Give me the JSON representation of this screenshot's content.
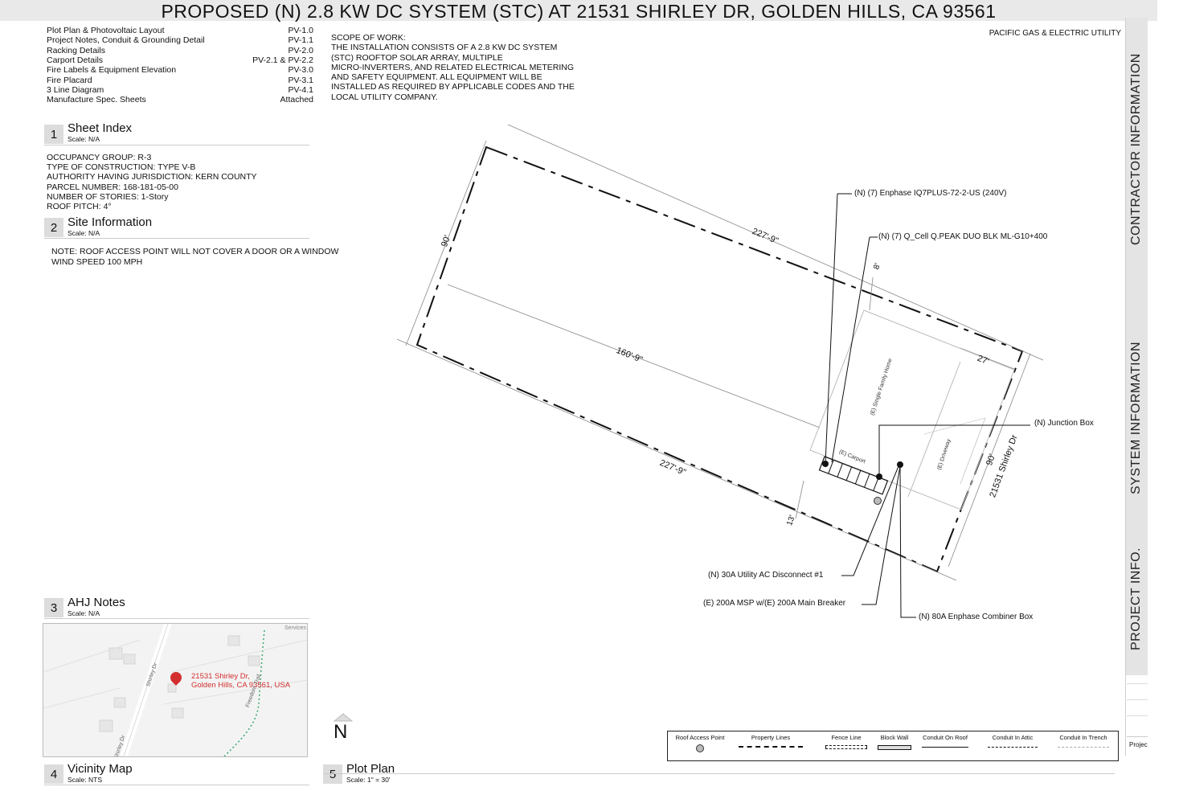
{
  "title": "PROPOSED (N) 2.8 KW DC SYSTEM (STC) AT 21531 SHIRLEY DR, GOLDEN HILLS, CA 93561",
  "sheet_index": [
    {
      "name": "Plot Plan & Photovoltaic Layout",
      "page": "PV-1.0"
    },
    {
      "name": "Project Notes, Conduit & Grounding Detail",
      "page": "PV-1.1"
    },
    {
      "name": "Racking Details",
      "page": "PV-2.0"
    },
    {
      "name": "Carport Details",
      "page": "PV-2.1 & PV-2.2"
    },
    {
      "name": "Fire Labels & Equipment Elevation",
      "page": "PV-3.0"
    },
    {
      "name": "Fire Placard",
      "page": "PV-3.1"
    },
    {
      "name": "3 Line Diagram",
      "page": "PV-4.1"
    },
    {
      "name": "Manufacture Spec. Sheets",
      "page": "Attached"
    }
  ],
  "scope_of_work": "SCOPE OF WORK:\nTHE INSTALLATION CONSISTS OF A 2.8 KW DC SYSTEM\n(STC) ROOFTOP SOLAR ARRAY, MULTIPLE\nMICRO-INVERTERS, AND RELATED ELECTRICAL METERING\nAND SAFETY EQUIPMENT. ALL EQUIPMENT WILL BE\nINSTALLED AS REQUIRED BY APPLICABLE CODES AND THE\nLOCAL UTILITY COMPANY.",
  "utility": "PACIFIC GAS & ELECTRIC UTILITY",
  "sections": [
    {
      "num": "1",
      "title": "Sheet Index",
      "scale": "Scale: N/A"
    },
    {
      "num": "2",
      "title": "Site Information",
      "scale": "Scale: N/A"
    },
    {
      "num": "3",
      "title": "AHJ Notes",
      "scale": "Scale: N/A"
    },
    {
      "num": "4",
      "title": "Vicinity Map",
      "scale": "Scale: NTS"
    },
    {
      "num": "5",
      "title": "Plot Plan",
      "scale": "Scale: 1\" = 30'"
    }
  ],
  "site_info": [
    "OCCUPANCY GROUP: R-3",
    "TYPE OF CONSTRUCTION: TYPE V-B",
    "AUTHORITY HAVING JURISDICTION: KERN COUNTY",
    "PARCEL NUMBER: 168-181-05-00",
    "NUMBER OF STORIES: 1-Story",
    "ROOF PITCH: 4°"
  ],
  "notes": [
    "NOTE: ROOF ACCESS POINT WILL NOT COVER A DOOR OR A WINDOW",
    "WIND SPEED 100 MPH"
  ],
  "sidebar": {
    "contractor": "CONTRACTOR INFORMATION",
    "system": "SYSTEM INFORMATION",
    "project": "PROJECT INFO.",
    "project_short": "Projec"
  },
  "map": {
    "address_line1": "21531 Shirley Dr,",
    "address_line2": "Golden Hills, CA 93561, USA",
    "road_label": "Shirley Dr",
    "road_label2": "Shirley Dr",
    "trail_label": "Freedom Trail",
    "services_label": "Services",
    "pin_color": "#d32f2f"
  },
  "plot": {
    "north": "N",
    "dims": {
      "top_length": "227'-9\"",
      "bottom_length": "227'-9\"",
      "left_width": "90'",
      "right_width": "90'",
      "house_offset": "160'-9\"",
      "front_setback": "27'",
      "side_setback": "8'",
      "bottom_setback": "13'"
    },
    "street": "21531 Shirley Dr",
    "labels": {
      "home": "(E) Single Family Home",
      "carport": "(E) Carport",
      "driveway": "(E) Driveway"
    },
    "callouts": {
      "inverter": "(N) (7) Enphase IQ7PLUS-72-2-US (240V)",
      "modules": "(N) (7) Q_Cell Q.PEAK DUO BLK ML-G10+400",
      "junction": "(N) Junction Box",
      "ac_disconnect": "(N) 30A Utility  AC Disconnect #1",
      "msp": "(E) 200A MSP w/(E) 200A Main Breaker",
      "combiner": "(N) 80A Enphase Combiner Box"
    }
  },
  "legend": [
    "Roof Access Point",
    "Property Lines",
    "Fence Line",
    "Block Wall",
    "Conduit On Roof",
    "Conduit In Attic",
    "Conduit In Trench"
  ]
}
